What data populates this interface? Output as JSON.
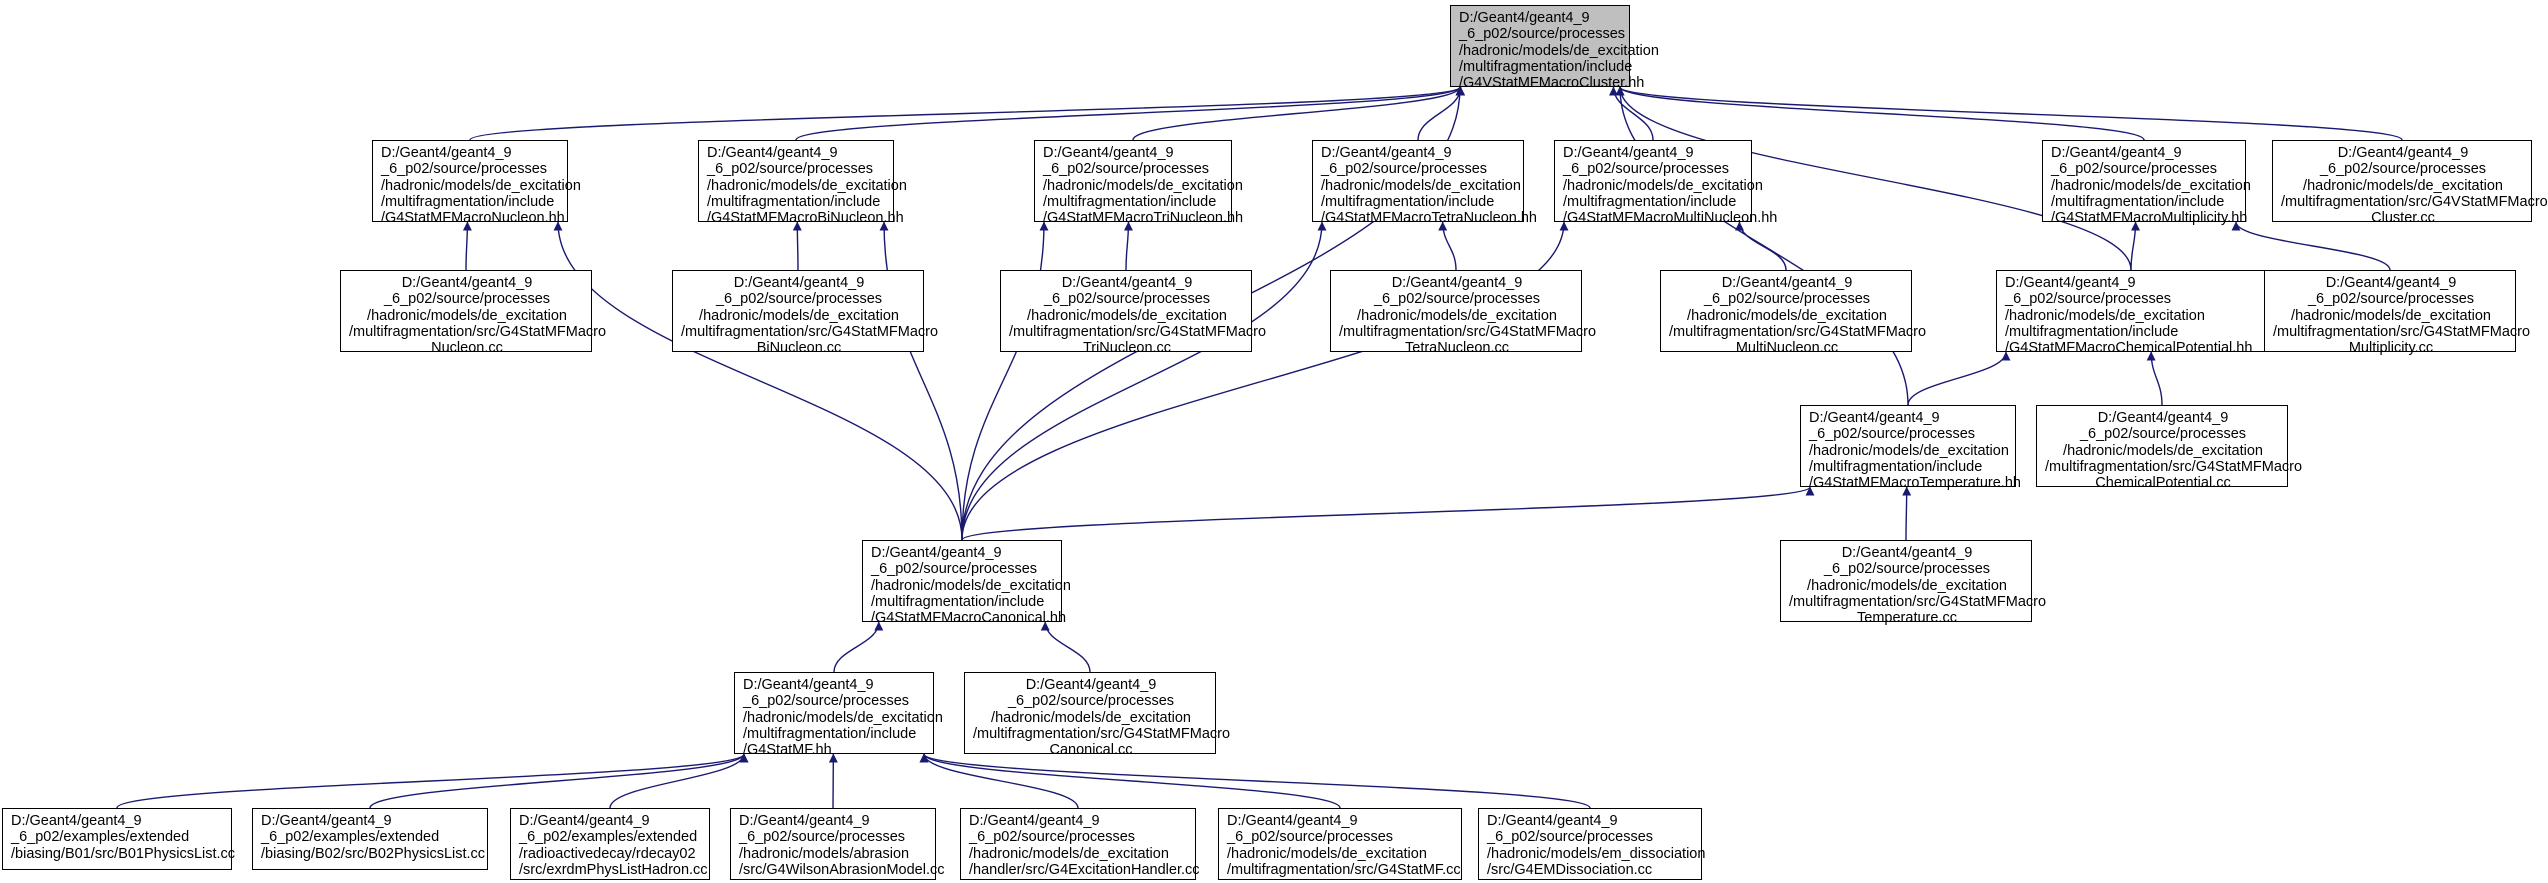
{
  "nodes": [
    {
      "id": "root",
      "root": true,
      "align": "left",
      "lines": [
        "D:/Geant4/geant4_9",
        "_6_p02/source/processes",
        "/hadronic/models/de_excitation",
        "/multifragmentation/include",
        "/G4VStatMFMacroCluster.hh"
      ]
    },
    {
      "id": "nucleon_hh",
      "align": "left",
      "lines": [
        "D:/Geant4/geant4_9",
        "_6_p02/source/processes",
        "/hadronic/models/de_excitation",
        "/multifragmentation/include",
        "/G4StatMFMacroNucleon.hh"
      ]
    },
    {
      "id": "binucleon_hh",
      "align": "left",
      "lines": [
        "D:/Geant4/geant4_9",
        "_6_p02/source/processes",
        "/hadronic/models/de_excitation",
        "/multifragmentation/include",
        "/G4StatMFMacroBiNucleon.hh"
      ]
    },
    {
      "id": "trinucleon_hh",
      "align": "left",
      "lines": [
        "D:/Geant4/geant4_9",
        "_6_p02/source/processes",
        "/hadronic/models/de_excitation",
        "/multifragmentation/include",
        "/G4StatMFMacroTriNucleon.hh"
      ]
    },
    {
      "id": "tetranucleon_hh",
      "align": "left",
      "lines": [
        "D:/Geant4/geant4_9",
        "_6_p02/source/processes",
        "/hadronic/models/de_excitation",
        "/multifragmentation/include",
        "/G4StatMFMacroTetraNucleon.hh"
      ]
    },
    {
      "id": "multinucleon_hh",
      "align": "left",
      "lines": [
        "D:/Geant4/geant4_9",
        "_6_p02/source/processes",
        "/hadronic/models/de_excitation",
        "/multifragmentation/include",
        "/G4StatMFMacroMultiNucleon.hh"
      ]
    },
    {
      "id": "multiplicity_hh",
      "align": "left",
      "lines": [
        "D:/Geant4/geant4_9",
        "_6_p02/source/processes",
        "/hadronic/models/de_excitation",
        "/multifragmentation/include",
        "/G4StatMFMacroMultiplicity.hh"
      ]
    },
    {
      "id": "cluster_cc",
      "align": "center",
      "lines": [
        "D:/Geant4/geant4_9",
        "_6_p02/source/processes",
        "/hadronic/models/de_excitation",
        "/multifragmentation/src/G4VStatMFMacro",
        "Cluster.cc"
      ]
    },
    {
      "id": "nucleon_cc",
      "align": "center",
      "lines": [
        "D:/Geant4/geant4_9",
        "_6_p02/source/processes",
        "/hadronic/models/de_excitation",
        "/multifragmentation/src/G4StatMFMacro",
        "Nucleon.cc"
      ]
    },
    {
      "id": "binucleon_cc",
      "align": "center",
      "lines": [
        "D:/Geant4/geant4_9",
        "_6_p02/source/processes",
        "/hadronic/models/de_excitation",
        "/multifragmentation/src/G4StatMFMacro",
        "BiNucleon.cc"
      ]
    },
    {
      "id": "trinucleon_cc",
      "align": "center",
      "lines": [
        "D:/Geant4/geant4_9",
        "_6_p02/source/processes",
        "/hadronic/models/de_excitation",
        "/multifragmentation/src/G4StatMFMacro",
        "TriNucleon.cc"
      ]
    },
    {
      "id": "tetranucleon_cc",
      "align": "center",
      "lines": [
        "D:/Geant4/geant4_9",
        "_6_p02/source/processes",
        "/hadronic/models/de_excitation",
        "/multifragmentation/src/G4StatMFMacro",
        "TetraNucleon.cc"
      ]
    },
    {
      "id": "multinucleon_cc",
      "align": "center",
      "lines": [
        "D:/Geant4/geant4_9",
        "_6_p02/source/processes",
        "/hadronic/models/de_excitation",
        "/multifragmentation/src/G4StatMFMacro",
        "MultiNucleon.cc"
      ]
    },
    {
      "id": "chempot_hh",
      "align": "left",
      "lines": [
        "D:/Geant4/geant4_9",
        "_6_p02/source/processes",
        "/hadronic/models/de_excitation",
        "/multifragmentation/include",
        "/G4StatMFMacroChemicalPotential.hh"
      ]
    },
    {
      "id": "multiplicity_cc",
      "align": "center",
      "lines": [
        "D:/Geant4/geant4_9",
        "_6_p02/source/processes",
        "/hadronic/models/de_excitation",
        "/multifragmentation/src/G4StatMFMacro",
        "Multiplicity.cc"
      ]
    },
    {
      "id": "temperature_hh",
      "align": "left",
      "lines": [
        "D:/Geant4/geant4_9",
        "_6_p02/source/processes",
        "/hadronic/models/de_excitation",
        "/multifragmentation/include",
        "/G4StatMFMacroTemperature.hh"
      ]
    },
    {
      "id": "chempot_cc",
      "align": "center",
      "lines": [
        "D:/Geant4/geant4_9",
        "_6_p02/source/processes",
        "/hadronic/models/de_excitation",
        "/multifragmentation/src/G4StatMFMacro",
        "ChemicalPotential.cc"
      ]
    },
    {
      "id": "canonical_hh",
      "align": "left",
      "lines": [
        "D:/Geant4/geant4_9",
        "_6_p02/source/processes",
        "/hadronic/models/de_excitation",
        "/multifragmentation/include",
        "/G4StatMFMacroCanonical.hh"
      ]
    },
    {
      "id": "temperature_cc",
      "align": "center",
      "lines": [
        "D:/Geant4/geant4_9",
        "_6_p02/source/processes",
        "/hadronic/models/de_excitation",
        "/multifragmentation/src/G4StatMFMacro",
        "Temperature.cc"
      ]
    },
    {
      "id": "statmf_hh",
      "align": "left",
      "lines": [
        "D:/Geant4/geant4_9",
        "_6_p02/source/processes",
        "/hadronic/models/de_excitation",
        "/multifragmentation/include",
        "/G4StatMF.hh"
      ]
    },
    {
      "id": "canonical_cc",
      "align": "center",
      "lines": [
        "D:/Geant4/geant4_9",
        "_6_p02/source/processes",
        "/hadronic/models/de_excitation",
        "/multifragmentation/src/G4StatMFMacro",
        "Canonical.cc"
      ]
    },
    {
      "id": "b01",
      "align": "left",
      "lines": [
        "D:/Geant4/geant4_9",
        "_6_p02/examples/extended",
        "/biasing/B01/src/B01PhysicsList.cc"
      ]
    },
    {
      "id": "b02",
      "align": "left",
      "lines": [
        "D:/Geant4/geant4_9",
        "_6_p02/examples/extended",
        "/biasing/B02/src/B02PhysicsList.cc"
      ]
    },
    {
      "id": "rdecay",
      "align": "left",
      "lines": [
        "D:/Geant4/geant4_9",
        "_6_p02/examples/extended",
        "/radioactivedecay/rdecay02",
        "/src/exrdmPhysListHadron.cc"
      ]
    },
    {
      "id": "abrasion",
      "align": "left",
      "lines": [
        "D:/Geant4/geant4_9",
        "_6_p02/source/processes",
        "/hadronic/models/abrasion",
        "/src/G4WilsonAbrasionModel.cc"
      ]
    },
    {
      "id": "excitation",
      "align": "left",
      "lines": [
        "D:/Geant4/geant4_9",
        "_6_p02/source/processes",
        "/hadronic/models/de_excitation",
        "/handler/src/G4ExcitationHandler.cc"
      ]
    },
    {
      "id": "statmf_cc",
      "align": "left",
      "lines": [
        "D:/Geant4/geant4_9",
        "_6_p02/source/processes",
        "/hadronic/models/de_excitation",
        "/multifragmentation/src/G4StatMF.cc"
      ]
    },
    {
      "id": "emdiss",
      "align": "left",
      "lines": [
        "D:/Geant4/geant4_9",
        "_6_p02/source/processes",
        "/hadronic/models/em_dissociation",
        "/src/G4EMDissociation.cc"
      ]
    }
  ],
  "edges": [
    [
      "nucleon_hh",
      "root"
    ],
    [
      "binucleon_hh",
      "root"
    ],
    [
      "trinucleon_hh",
      "root"
    ],
    [
      "tetranucleon_hh",
      "root"
    ],
    [
      "multinucleon_hh",
      "root"
    ],
    [
      "multiplicity_hh",
      "root"
    ],
    [
      "cluster_cc",
      "root"
    ],
    [
      "chempot_hh",
      "root"
    ],
    [
      "temperature_hh",
      "root"
    ],
    [
      "canonical_hh",
      "root"
    ],
    [
      "nucleon_cc",
      "nucleon_hh"
    ],
    [
      "canonical_hh",
      "nucleon_hh"
    ],
    [
      "binucleon_cc",
      "binucleon_hh"
    ],
    [
      "canonical_hh",
      "binucleon_hh"
    ],
    [
      "trinucleon_cc",
      "trinucleon_hh"
    ],
    [
      "canonical_hh",
      "trinucleon_hh"
    ],
    [
      "tetranucleon_cc",
      "tetranucleon_hh"
    ],
    [
      "canonical_hh",
      "tetranucleon_hh"
    ],
    [
      "multinucleon_cc",
      "multinucleon_hh"
    ],
    [
      "canonical_hh",
      "multinucleon_hh"
    ],
    [
      "chempot_hh",
      "multiplicity_hh"
    ],
    [
      "multiplicity_cc",
      "multiplicity_hh"
    ],
    [
      "temperature_hh",
      "chempot_hh"
    ],
    [
      "chempot_cc",
      "chempot_hh"
    ],
    [
      "canonical_hh",
      "temperature_hh"
    ],
    [
      "temperature_cc",
      "temperature_hh"
    ],
    [
      "statmf_hh",
      "canonical_hh"
    ],
    [
      "canonical_cc",
      "canonical_hh"
    ],
    [
      "b01",
      "statmf_hh"
    ],
    [
      "b02",
      "statmf_hh"
    ],
    [
      "rdecay",
      "statmf_hh"
    ],
    [
      "abrasion",
      "statmf_hh"
    ],
    [
      "excitation",
      "statmf_hh"
    ],
    [
      "statmf_cc",
      "statmf_hh"
    ],
    [
      "emdiss",
      "statmf_hh"
    ]
  ],
  "colors": {
    "edge": "#191970",
    "root_fill": "#bfbfbf",
    "node_fill": "#ffffff",
    "border": "#000000"
  }
}
